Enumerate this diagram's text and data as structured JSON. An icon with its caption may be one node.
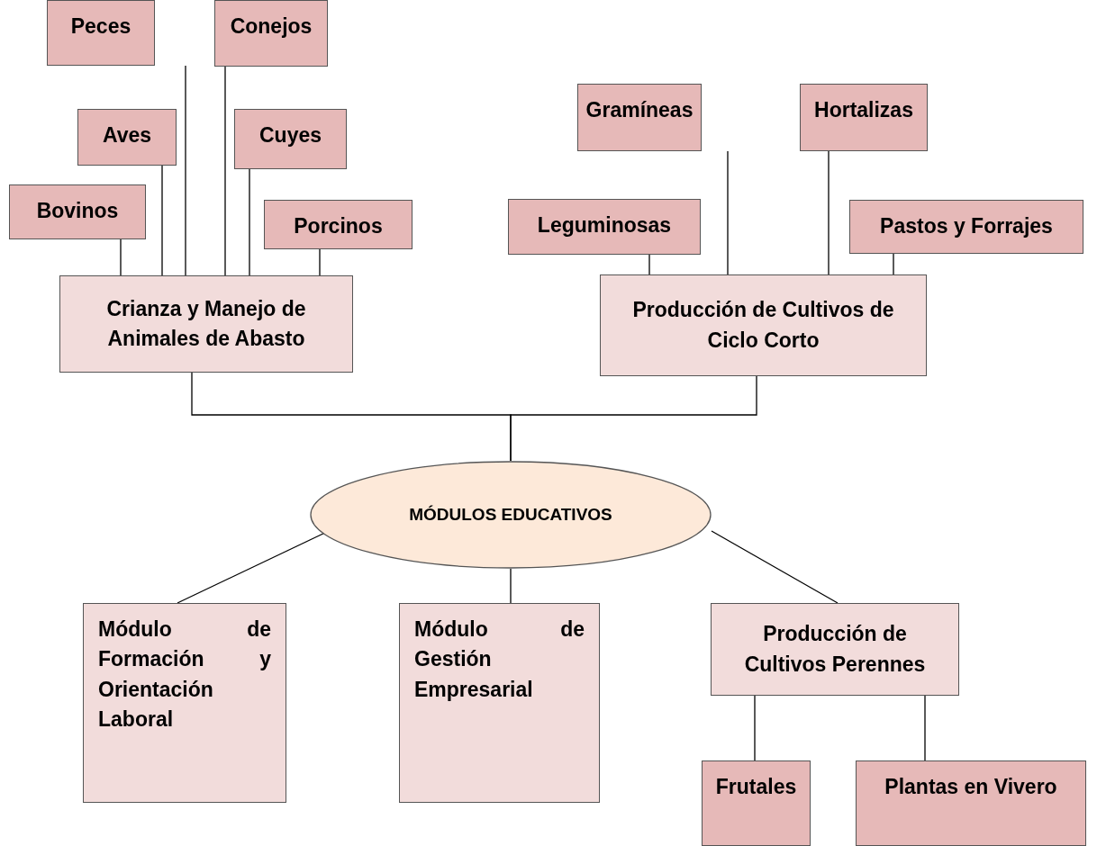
{
  "diagram": {
    "nodes": [
      {
        "text": [
          "Peces"
        ]
      },
      {
        "text": [
          "Conejos"
        ]
      },
      {
        "text": [
          "Aves"
        ]
      },
      {
        "text": [
          "Cuyes"
        ]
      },
      {
        "text": [
          "Bovinos"
        ]
      },
      {
        "text": [
          "Porcinos"
        ]
      },
      {
        "text": [
          "Crianza y Manejo de Animales de Abasto"
        ]
      },
      {
        "text": [
          "Gramíneas"
        ]
      },
      {
        "text": [
          "Hortalizas"
        ]
      },
      {
        "text": [
          "Leguminosas"
        ]
      },
      {
        "text": [
          "Pastos y Forrajes"
        ]
      },
      {
        "text": [
          "Producción de Cultivos de Ciclo Corto"
        ]
      },
      {
        "text": [
          "MÓDULOS EDUCATIVOS"
        ]
      },
      {
        "text": [
          "Módulo de Formación y Orientación Laboral"
        ]
      },
      {
        "text": [
          "Módulo de Gestión Empresarial"
        ]
      },
      {
        "text": [
          "Producción de Cultivos Perennes"
        ]
      },
      {
        "text": [
          "Frutales"
        ]
      },
      {
        "text": [
          "Plantas en Vivero"
        ]
      }
    ],
    "edges": [
      {
        "from": 6,
        "to": 4,
        "arrow": "none"
      },
      {
        "from": 6,
        "to": 2,
        "arrow": "none"
      },
      {
        "from": 6,
        "to": 0,
        "arrow": "none"
      },
      {
        "from": 6,
        "to": 1,
        "arrow": "none"
      },
      {
        "from": 6,
        "to": 3,
        "arrow": "none"
      },
      {
        "from": 6,
        "to": 5,
        "arrow": "none"
      },
      {
        "from": 11,
        "to": 9,
        "arrow": "none"
      },
      {
        "from": 11,
        "to": 7,
        "arrow": "none"
      },
      {
        "from": 11,
        "to": 8,
        "arrow": "none"
      },
      {
        "from": 11,
        "to": 10,
        "arrow": "none"
      },
      {
        "from": 12,
        "to": 6,
        "arrow": "none"
      },
      {
        "from": 12,
        "to": 11,
        "arrow": "none"
      },
      {
        "from": 12,
        "to": 13,
        "arrow": "none"
      },
      {
        "from": 12,
        "to": 14,
        "arrow": "none"
      },
      {
        "from": 12,
        "to": 15,
        "arrow": "none"
      },
      {
        "from": 15,
        "to": 16,
        "arrow": "none"
      },
      {
        "from": 15,
        "to": 17,
        "arrow": "none"
      }
    ]
  }
}
